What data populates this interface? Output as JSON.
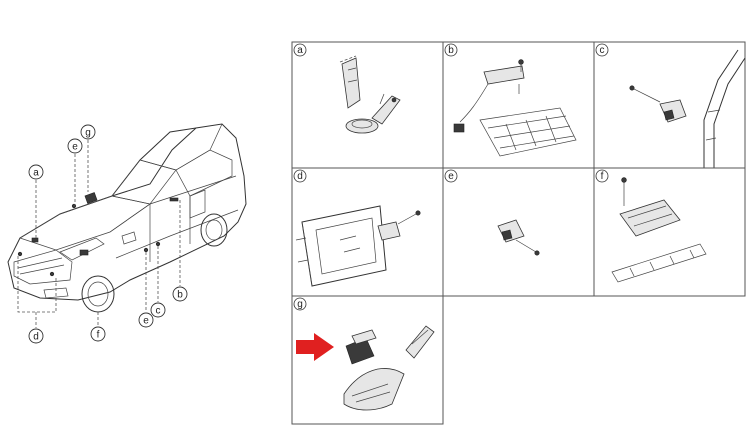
{
  "callouts": {
    "a": "a",
    "b": "b",
    "c": "c",
    "d": "d",
    "e": "e",
    "f": "f",
    "g": "g"
  },
  "panels": {
    "a": "a",
    "b": "b",
    "c": "c",
    "d": "d",
    "e": "e",
    "f": "f",
    "g": "g"
  },
  "colors": {
    "arrow": "#e02020",
    "line": "#333333",
    "panel_border": "#555555"
  }
}
